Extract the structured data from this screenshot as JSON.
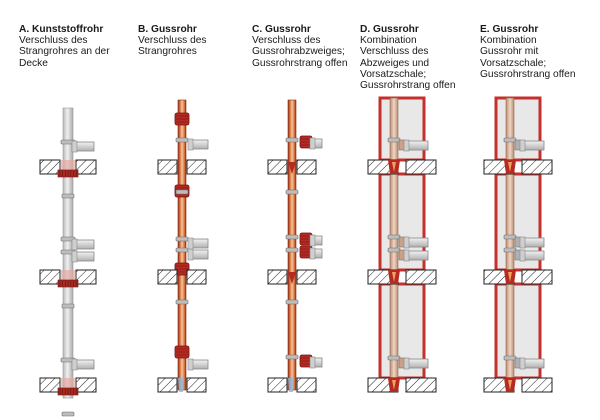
{
  "columns": [
    {
      "id": "A",
      "title": "A. Kunststoffrohr",
      "lines": [
        "Verschluss des",
        "Strangrohres an der",
        "Decke"
      ],
      "pipe_material": "plastic",
      "closure": "Decke"
    },
    {
      "id": "B",
      "title": "B.  Gussrohr",
      "lines": [
        "Verschluss des",
        "Strangrohres"
      ],
      "pipe_material": "cast-iron",
      "closure": "Strangrohr"
    },
    {
      "id": "C",
      "title": "C.  Gussrohr",
      "lines": [
        "Verschluss des",
        "Gussrohrabzweiges;",
        "Gussrohrstrang offen"
      ],
      "pipe_material": "cast-iron",
      "closure": "Abzweig"
    },
    {
      "id": "D",
      "title": "D.  Gussrohr",
      "lines": [
        "Kombination",
        "Verschluss des",
        "Abzweiges und",
        "Vorsatzschale;",
        "Gussrohrstrang offen"
      ],
      "pipe_material": "cast-iron",
      "closure": "Abzweig + Vorsatzschale"
    },
    {
      "id": "E",
      "title": "E.  Gussrohr",
      "lines": [
        "Kombination",
        "Gussrohr mit",
        "Vorsatzschale;",
        "Gussrohrstrang offen"
      ],
      "pipe_material": "cast-iron",
      "closure": "Vorsatzschale"
    }
  ],
  "colors": {
    "plastic_pipe": "#d4d4d4",
    "plastic_edge": "#9a9a9a",
    "cast_pipe": "#d9753f",
    "cast_highlight": "#f4b890",
    "cast_edge": "#8a2e14",
    "collar": "#b52a22",
    "shell_border": "#c4302b",
    "shell_fill": "#e8e8e8",
    "slab_hatch": "#222222",
    "water": "#8ab8e0"
  }
}
